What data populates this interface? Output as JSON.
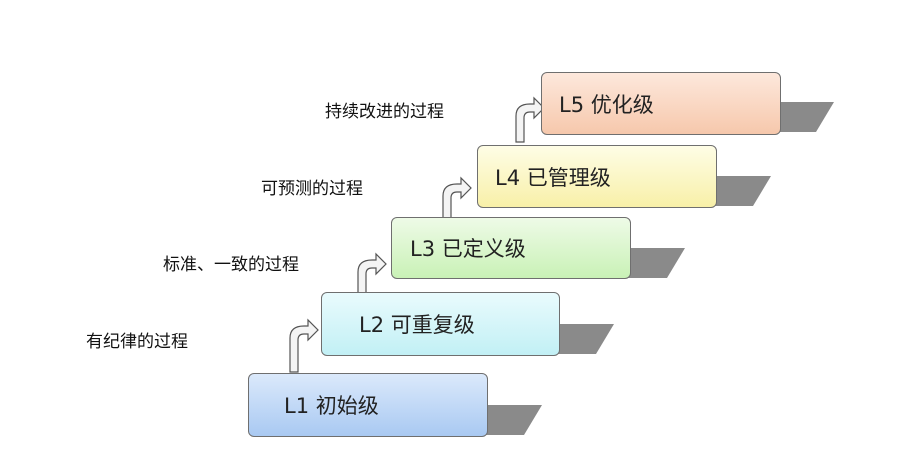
{
  "levels": [
    {
      "label": "L1  初始级",
      "process": "有纪律的过程",
      "color_top": "#dbe9fb",
      "color_bottom": "#a9c9f2"
    },
    {
      "label": "L2 可重复级",
      "process": "标准、一致的过程",
      "color_top": "#e9fbfd",
      "color_bottom": "#c2f0f5"
    },
    {
      "label": "L3  已定义级",
      "process": "可预测的过程",
      "color_top": "#eefbe7",
      "color_bottom": "#c9f1b6"
    },
    {
      "label": "L4  已管理级",
      "process": "持续改进的过程",
      "color_top": "#fefde6",
      "color_bottom": "#f8f0a8"
    },
    {
      "label": "L5  优化级",
      "process": "",
      "color_top": "#fde8dc",
      "color_bottom": "#f6c8ac"
    }
  ]
}
